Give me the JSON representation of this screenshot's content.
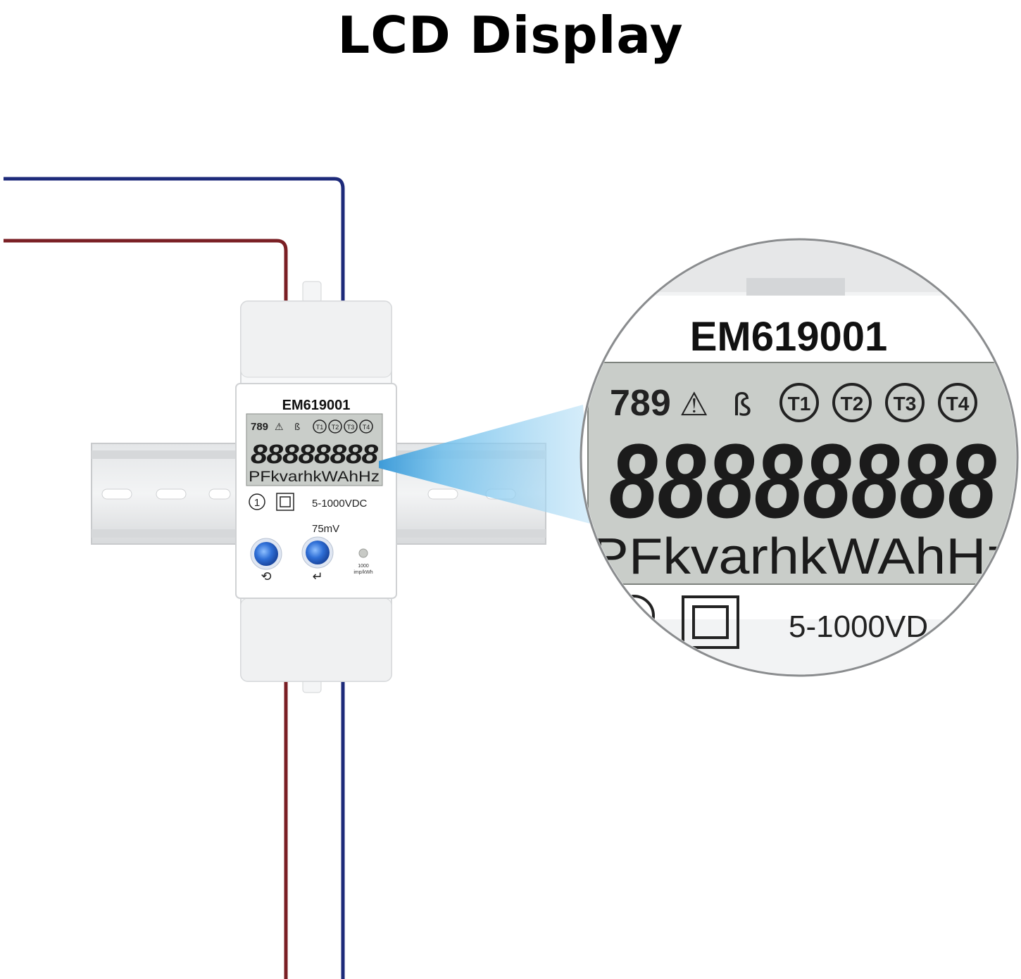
{
  "page": {
    "title": "LCD Display"
  },
  "meter": {
    "model": "EM619001",
    "lcd": {
      "status_row": "789",
      "tariffs": [
        "T1",
        "T2",
        "T3",
        "T4"
      ],
      "digits": "88888888",
      "units": "PFkvarhkWAhHz"
    },
    "class_marker": "1",
    "voltage_range": "5-1000VDC",
    "shunt_rating": "75mV",
    "pulse_rate_value": "1000",
    "pulse_rate_unit": "imp/kWh"
  },
  "zoom": {
    "model": "EM619001",
    "status_row": "789",
    "tariffs": [
      "T1",
      "T2",
      "T3",
      "T4"
    ],
    "digits": "88888888",
    "units": "PFkvarhkWAhHz",
    "voltage_range": "5-1000VD"
  },
  "colors": {
    "wire_red": "#7a1f24",
    "wire_blue": "#1d2a7a",
    "lcd_background": "#c9cdc9",
    "button_blue": "#2f6fd6",
    "callout_beam": "#7ec7ee"
  },
  "icons": {
    "rotate_button": "cycle-arrows-icon",
    "enter_button": "enter-return-icon",
    "warning": "warning-triangle-icon",
    "double_insulation": "double-square-icon"
  }
}
